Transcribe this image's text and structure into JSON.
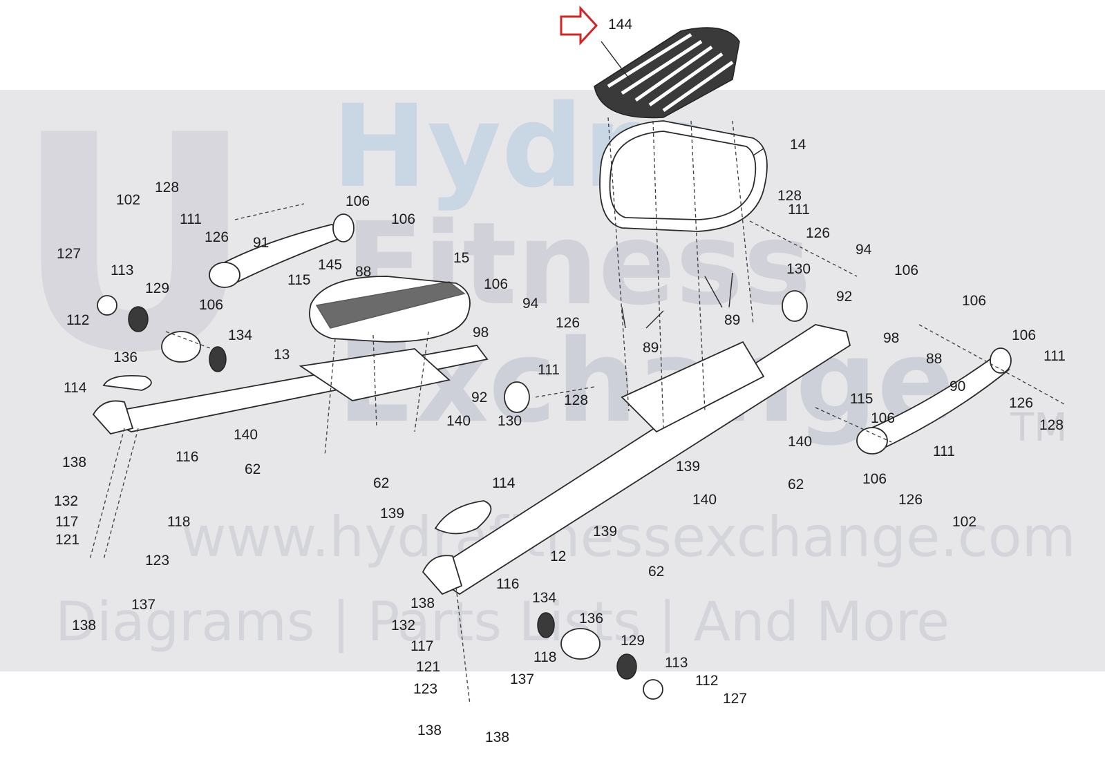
{
  "watermark": {
    "line1": "Hydra",
    "line2": "Fitness",
    "line3": "Exchange",
    "trademark": "TM",
    "url": "www.hydrafitnessexchange.com",
    "tagline": "Diagrams | Parts Lists | And More"
  },
  "highlight": {
    "part_number": "144",
    "arrow_color": "#d32424"
  },
  "callouts": [
    {
      "id": "144",
      "text": "144"
    },
    {
      "id": "14",
      "text": "14"
    },
    {
      "id": "128a",
      "text": "128"
    },
    {
      "id": "102a",
      "text": "102"
    },
    {
      "id": "111a",
      "text": "111"
    },
    {
      "id": "126a",
      "text": "126"
    },
    {
      "id": "91",
      "text": "91"
    },
    {
      "id": "106a",
      "text": "106"
    },
    {
      "id": "106b",
      "text": "106"
    },
    {
      "id": "88a",
      "text": "88"
    },
    {
      "id": "127a",
      "text": "127"
    },
    {
      "id": "113a",
      "text": "113"
    },
    {
      "id": "112a",
      "text": "112"
    },
    {
      "id": "129a",
      "text": "129"
    },
    {
      "id": "106c",
      "text": "106"
    },
    {
      "id": "145",
      "text": "145"
    },
    {
      "id": "15",
      "text": "15"
    },
    {
      "id": "115a",
      "text": "115"
    },
    {
      "id": "106d",
      "text": "106"
    },
    {
      "id": "94a",
      "text": "94"
    },
    {
      "id": "126b",
      "text": "126"
    },
    {
      "id": "98a",
      "text": "98"
    },
    {
      "id": "111b",
      "text": "111"
    },
    {
      "id": "128b",
      "text": "128"
    },
    {
      "id": "136a",
      "text": "136"
    },
    {
      "id": "134a",
      "text": "134"
    },
    {
      "id": "13",
      "text": "13"
    },
    {
      "id": "114a",
      "text": "114"
    },
    {
      "id": "92a",
      "text": "92"
    },
    {
      "id": "130a",
      "text": "130"
    },
    {
      "id": "140a",
      "text": "140"
    },
    {
      "id": "140b",
      "text": "140"
    },
    {
      "id": "62a",
      "text": "62"
    },
    {
      "id": "62b",
      "text": "62"
    },
    {
      "id": "139a",
      "text": "139"
    },
    {
      "id": "138a",
      "text": "138"
    },
    {
      "id": "116a",
      "text": "116"
    },
    {
      "id": "132a",
      "text": "132"
    },
    {
      "id": "117a",
      "text": "117"
    },
    {
      "id": "118a",
      "text": "118"
    },
    {
      "id": "121a",
      "text": "121"
    },
    {
      "id": "123a",
      "text": "123"
    },
    {
      "id": "137a",
      "text": "137"
    },
    {
      "id": "138b",
      "text": "138"
    },
    {
      "id": "128c",
      "text": "128"
    },
    {
      "id": "111c",
      "text": "111"
    },
    {
      "id": "126c",
      "text": "126"
    },
    {
      "id": "94b",
      "text": "94"
    },
    {
      "id": "130b",
      "text": "130"
    },
    {
      "id": "92b",
      "text": "92"
    },
    {
      "id": "106e",
      "text": "106"
    },
    {
      "id": "89a",
      "text": "89"
    },
    {
      "id": "89b",
      "text": "89"
    },
    {
      "id": "98b",
      "text": "98"
    },
    {
      "id": "106f",
      "text": "106"
    },
    {
      "id": "88b",
      "text": "88"
    },
    {
      "id": "106g",
      "text": "106"
    },
    {
      "id": "111d",
      "text": "111"
    },
    {
      "id": "90",
      "text": "90"
    },
    {
      "id": "115b",
      "text": "115"
    },
    {
      "id": "106h",
      "text": "106"
    },
    {
      "id": "126d",
      "text": "126"
    },
    {
      "id": "128d",
      "text": "128"
    },
    {
      "id": "140c",
      "text": "140"
    },
    {
      "id": "139b",
      "text": "139"
    },
    {
      "id": "62c",
      "text": "62"
    },
    {
      "id": "111e",
      "text": "111"
    },
    {
      "id": "106i",
      "text": "106"
    },
    {
      "id": "126e",
      "text": "126"
    },
    {
      "id": "102b",
      "text": "102"
    },
    {
      "id": "114b",
      "text": "114"
    },
    {
      "id": "140d",
      "text": "140"
    },
    {
      "id": "139c",
      "text": "139"
    },
    {
      "id": "12",
      "text": "12"
    },
    {
      "id": "62d",
      "text": "62"
    },
    {
      "id": "116b",
      "text": "116"
    },
    {
      "id": "138c",
      "text": "138"
    },
    {
      "id": "134b",
      "text": "134"
    },
    {
      "id": "136b",
      "text": "136"
    },
    {
      "id": "132b",
      "text": "132"
    },
    {
      "id": "117b",
      "text": "117"
    },
    {
      "id": "118b",
      "text": "118"
    },
    {
      "id": "129b",
      "text": "129"
    },
    {
      "id": "113b",
      "text": "113"
    },
    {
      "id": "121b",
      "text": "121"
    },
    {
      "id": "112b",
      "text": "112"
    },
    {
      "id": "137b",
      "text": "137"
    },
    {
      "id": "127b",
      "text": "127"
    },
    {
      "id": "123b",
      "text": "123"
    },
    {
      "id": "138d",
      "text": "138"
    },
    {
      "id": "138e",
      "text": "138"
    }
  ]
}
